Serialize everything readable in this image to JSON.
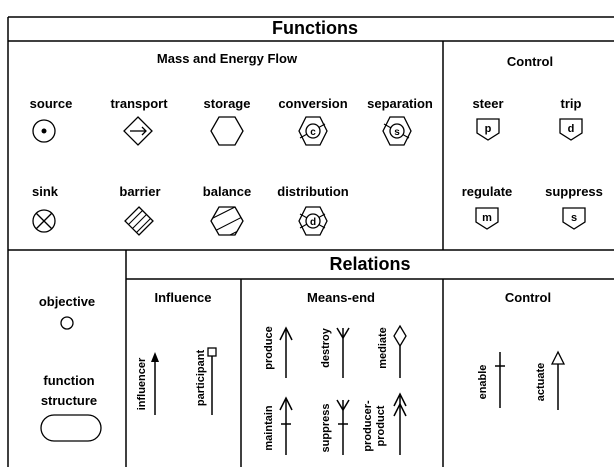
{
  "title": "Functions",
  "mass_energy": {
    "heading": "Mass and Energy Flow",
    "items": [
      {
        "label": "source",
        "icon": "source-icon"
      },
      {
        "label": "transport",
        "icon": "transport-icon"
      },
      {
        "label": "storage",
        "icon": "storage-icon"
      },
      {
        "label": "conversion",
        "icon": "conversion-icon",
        "letter": "c"
      },
      {
        "label": "separation",
        "icon": "separation-icon",
        "letter": "s"
      },
      {
        "label": "sink",
        "icon": "sink-icon"
      },
      {
        "label": "barrier",
        "icon": "barrier-icon"
      },
      {
        "label": "balance",
        "icon": "balance-icon"
      },
      {
        "label": "distribution",
        "icon": "distribution-icon",
        "letter": "d"
      }
    ]
  },
  "control": {
    "heading": "Control",
    "items": [
      {
        "label": "steer",
        "letter": "p"
      },
      {
        "label": "trip",
        "letter": "d"
      },
      {
        "label": "regulate",
        "letter": "m"
      },
      {
        "label": "suppress",
        "letter": "s"
      }
    ]
  },
  "left_panel": {
    "objective": "objective",
    "function_structure_1": "function",
    "function_structure_2": "structure"
  },
  "relations": {
    "heading": "Relations",
    "influence": {
      "heading": "Influence",
      "items": [
        "influencer",
        "participant"
      ]
    },
    "means_end": {
      "heading": "Means-end",
      "items": [
        "produce",
        "destroy",
        "mediate",
        "maintain",
        "suppress",
        "producer-",
        "product"
      ]
    },
    "control": {
      "heading": "Control",
      "items": [
        "enable",
        "actuate"
      ]
    }
  }
}
